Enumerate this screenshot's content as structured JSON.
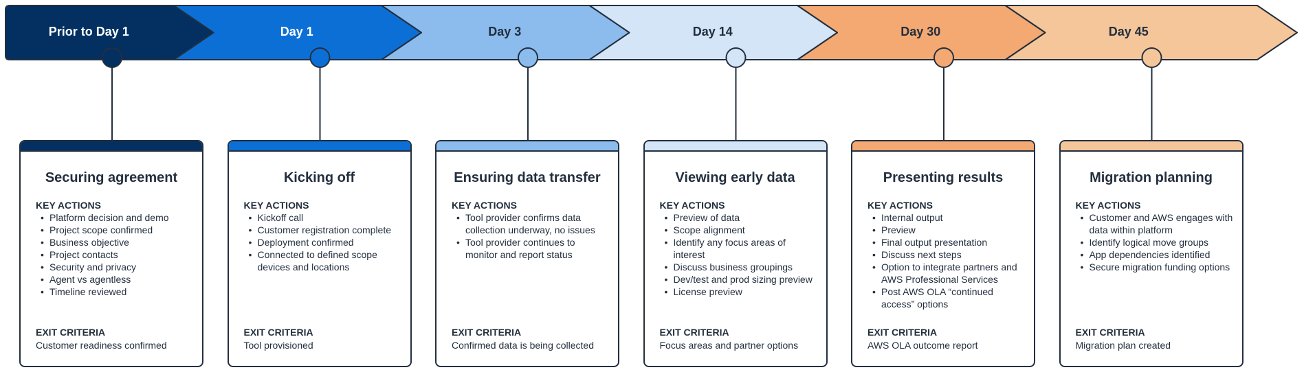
{
  "colors": {
    "outline": "#232f3e",
    "text_dark": "#232f3e",
    "text_light": "#ffffff"
  },
  "stages": [
    {
      "label": "Prior to Day 1",
      "color": "#033061",
      "label_color": "#ffffff",
      "card": {
        "title": "Securing agreement",
        "actions_heading": "KEY ACTIONS",
        "actions": [
          "Platform decision and demo",
          "Project scope confirmed",
          "Business objective",
          "Project contacts",
          "Security and privacy",
          "Agent vs agentless",
          "Timeline reviewed"
        ],
        "exit_heading": "EXIT CRITERIA",
        "exit_text": "Customer readiness confirmed"
      }
    },
    {
      "label": "Day 1",
      "color": "#0b6fd6",
      "label_color": "#ffffff",
      "card": {
        "title": "Kicking off",
        "actions_heading": "KEY ACTIONS",
        "actions": [
          "Kickoff call",
          "Customer registration complete",
          "Deployment confirmed",
          "Connected to defined scope devices and locations"
        ],
        "exit_heading": "EXIT CRITERIA",
        "exit_text": "Tool provisioned"
      }
    },
    {
      "label": "Day 3",
      "color": "#8bbced",
      "label_color": "#232f3e",
      "card": {
        "title": "Ensuring data transfer",
        "actions_heading": "KEY ACTIONS",
        "actions": [
          "Tool provider confirms data collection underway, no issues",
          "Tool provider continues to monitor and report status"
        ],
        "exit_heading": "EXIT CRITERIA",
        "exit_text": "Confirmed data is being collected"
      }
    },
    {
      "label": "Day 14",
      "color": "#d3e5f7",
      "label_color": "#232f3e",
      "card": {
        "title": "Viewing early data",
        "actions_heading": "KEY ACTIONS",
        "actions": [
          "Preview of data",
          "Scope alignment",
          "Identify any focus areas of interest",
          "Discuss business groupings",
          "Dev/test and prod sizing preview",
          "License preview"
        ],
        "exit_heading": "EXIT CRITERIA",
        "exit_text": "Focus areas and partner options"
      }
    },
    {
      "label": "Day 30",
      "color": "#f4a972",
      "label_color": "#232f3e",
      "card": {
        "title": "Presenting  results",
        "actions_heading": "KEY ACTIONS",
        "actions": [
          "Internal output",
          "Preview",
          "Final output presentation",
          "Discuss next steps",
          "Option to integrate partners and AWS Professional Services",
          "Post AWS OLA “continued access” options"
        ],
        "exit_heading": "EXIT CRITERIA",
        "exit_text": "AWS OLA outcome report"
      }
    },
    {
      "label": "Day 45",
      "color": "#f6c69b",
      "label_color": "#232f3e",
      "card": {
        "title": "Migration planning",
        "actions_heading": "KEY ACTIONS",
        "actions": [
          "Customer and AWS engages with data within platform",
          "Identify logical move groups",
          "App dependencies identified",
          "Secure migration funding options"
        ],
        "exit_heading": "EXIT CRITERIA",
        "exit_text": "Migration plan created"
      }
    }
  ]
}
